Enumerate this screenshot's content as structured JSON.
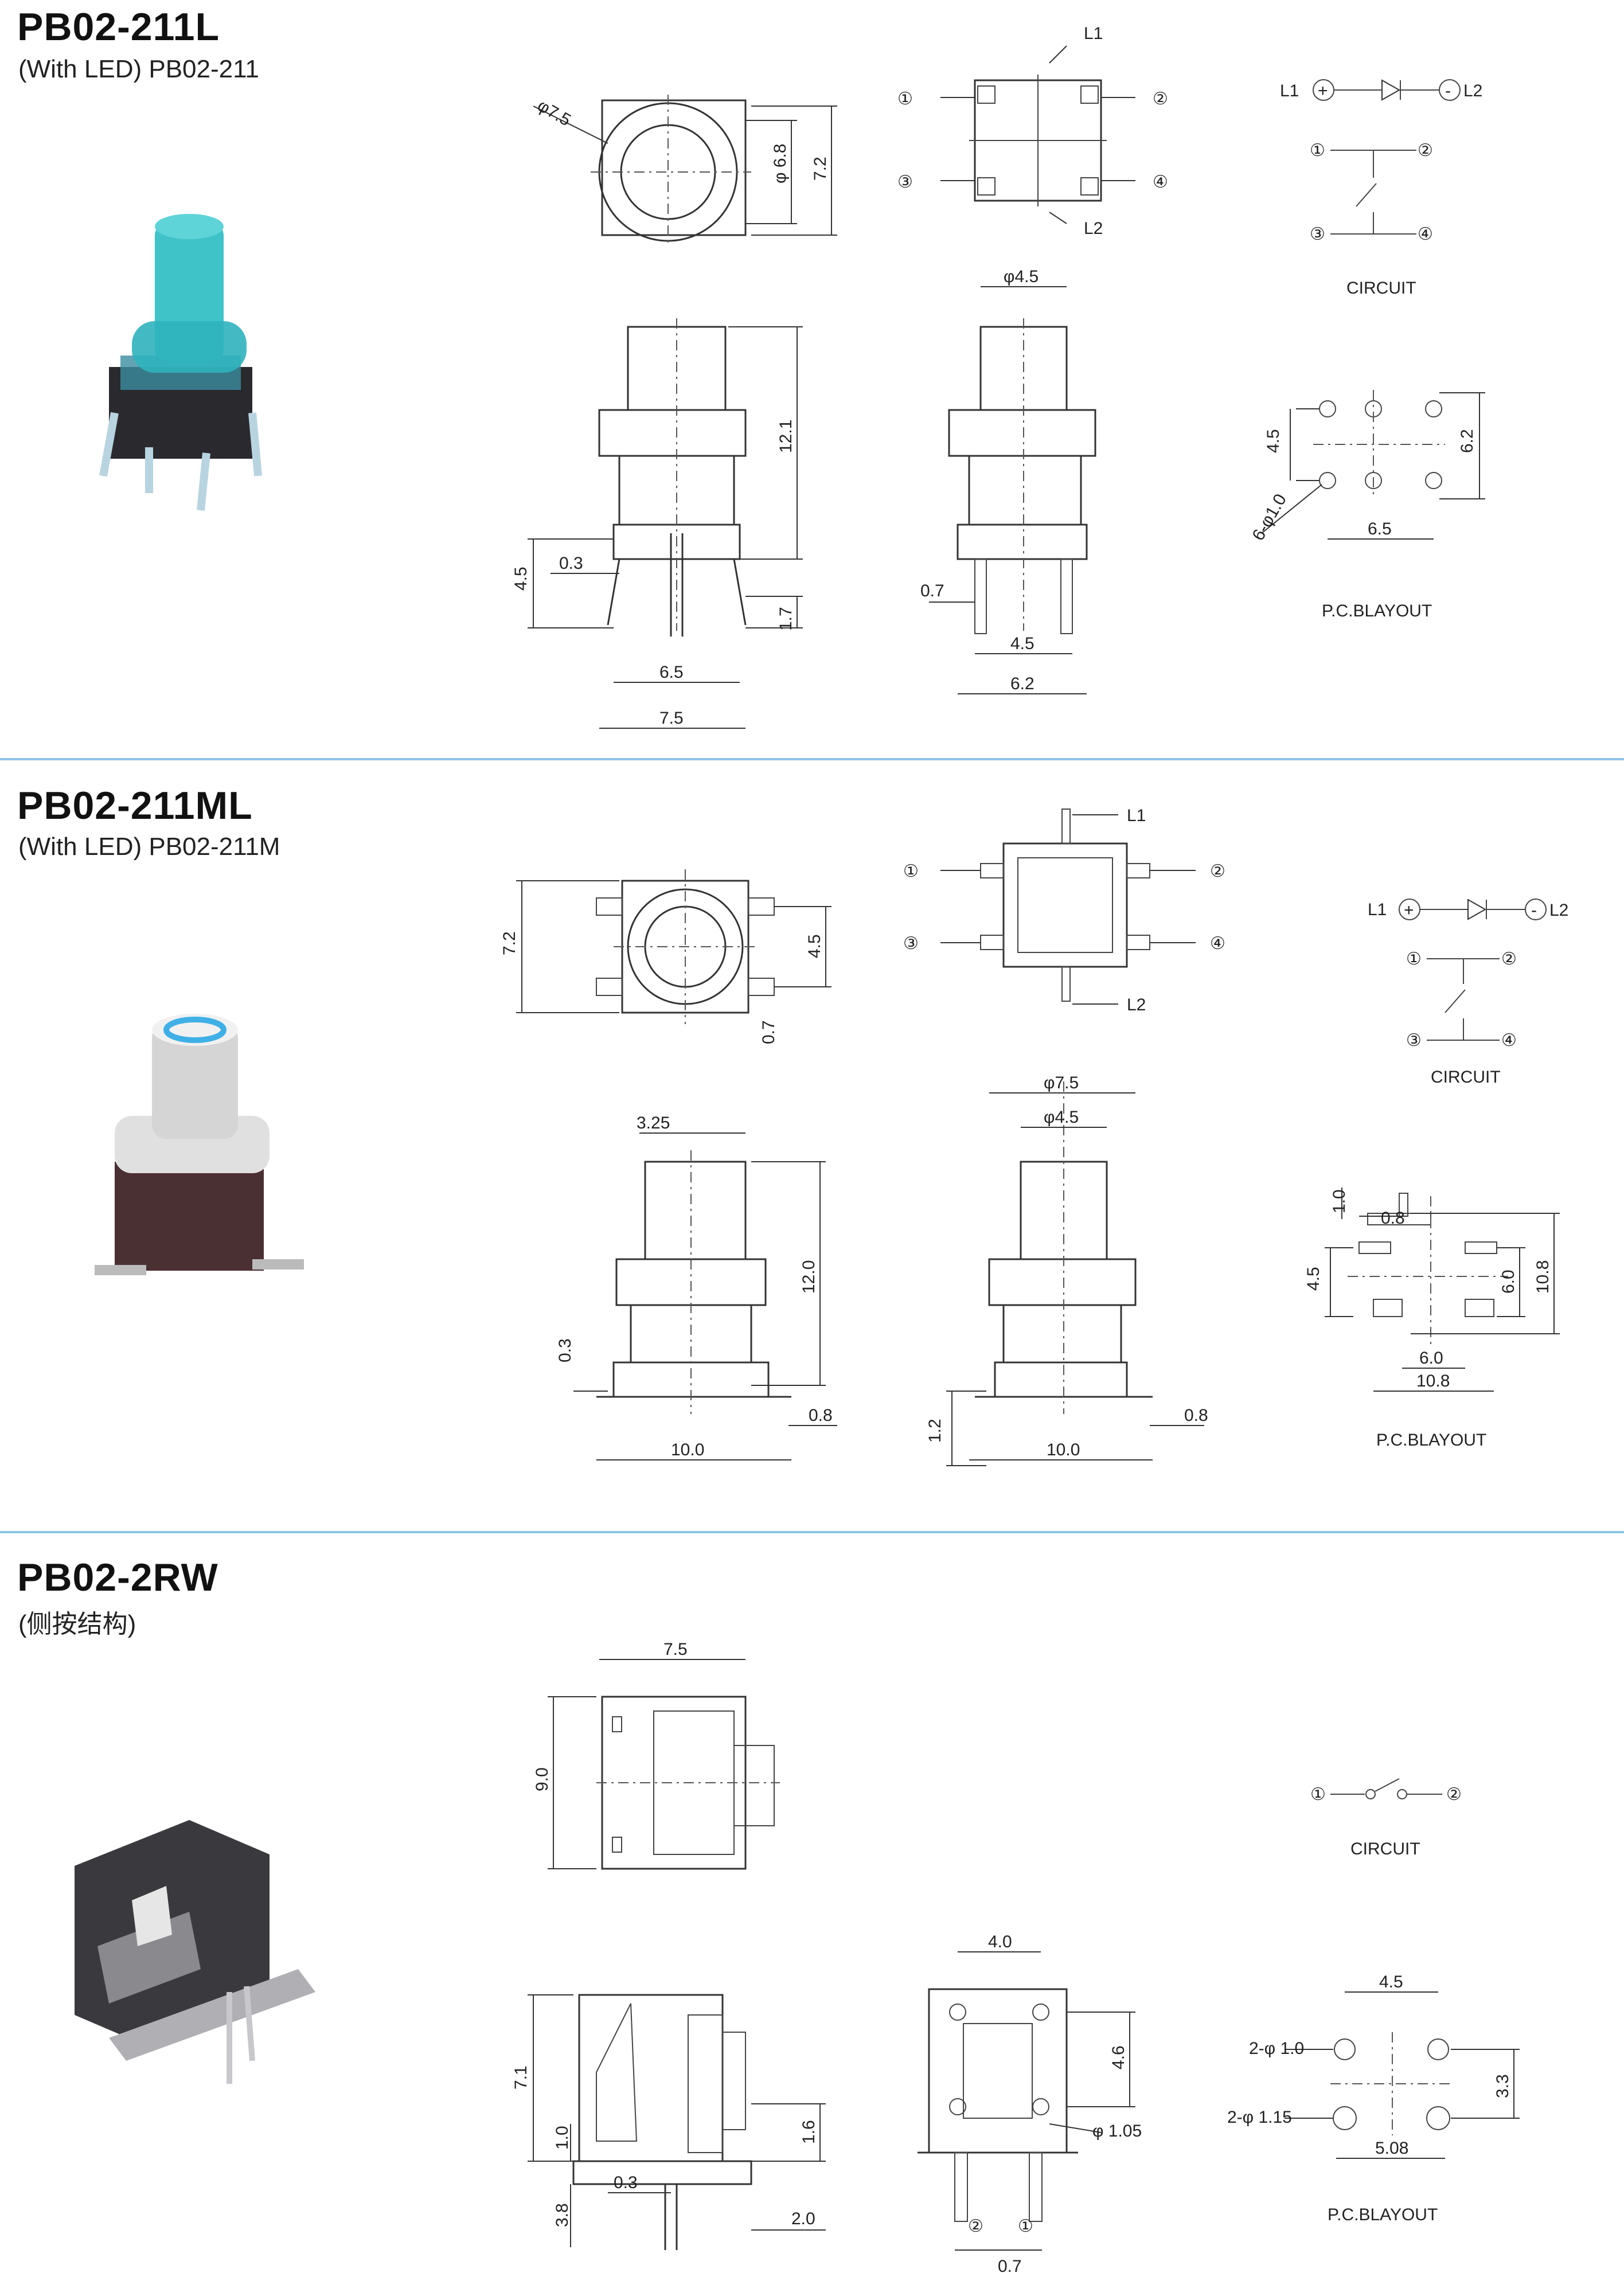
{
  "sections": [
    {
      "title": "PB02-211L",
      "subtitle": "(With  LED)  PB02-211",
      "dims": {
        "top_dia_outer": "φ7.5",
        "top_dia_inner": "φ 6.8",
        "top_h": "7.2",
        "side_h": "12.1",
        "side_pin": "4.5",
        "side_gap": "0.3",
        "side_low": "1.7",
        "side_w1": "6.5",
        "side_w2": "7.5",
        "front_dia": "φ4.5",
        "front_pin": "0.7",
        "front_w1": "4.5",
        "front_w2": "6.2",
        "pcb_v": "4.5",
        "pcb_h": "6.2",
        "pcb_w": "6.5",
        "pcb_hole": "6-φ1.0"
      },
      "pins": [
        "①",
        "②",
        "③",
        "④"
      ],
      "led_labels": [
        "L1",
        "L2"
      ],
      "circuit_label": "CIRCUIT",
      "pcb_label": "P.C.BLAYOUT",
      "led_plus": "+",
      "led_minus": "-"
    },
    {
      "title": "PB02-211ML",
      "subtitle": "(With  LED)  PB02-211M",
      "dims": {
        "top_h": "7.2",
        "top_in": "4.5",
        "top_pin": "0.7",
        "side_off": "3.25",
        "side_h": "12.0",
        "side_gap": "0.3",
        "side_foot": "0.8",
        "side_w": "10.0",
        "front_dia1": "φ7.5",
        "front_dia2": "φ4.5",
        "front_h": "1.2",
        "front_foot": "0.8",
        "front_w": "10.0",
        "pcb_a": "1.0",
        "pcb_b": "0.8",
        "pcb_c": "4.5",
        "pcb_d": "6.0",
        "pcb_e": "10.8",
        "pcb_f": "6.0",
        "pcb_g": "10.8"
      },
      "pins": [
        "①",
        "②",
        "③",
        "④"
      ],
      "led_labels": [
        "L1",
        "L2"
      ],
      "circuit_label": "CIRCUIT",
      "pcb_label": "P.C.BLAYOUT",
      "led_plus": "+",
      "led_minus": "-"
    },
    {
      "title": "PB02-2RW",
      "subtitle": "(侧按结构)",
      "dims": {
        "top_w": "7.5",
        "top_h": "9.0",
        "side_h": "7.1",
        "side_a": "1.0",
        "side_b": "1.6",
        "side_c": "3.8",
        "side_d": "0.3",
        "side_e": "2.0",
        "front_w": "4.0",
        "front_h": "4.6",
        "front_hole": "φ 1.05",
        "front_pin": "0.7",
        "pcb_w": "4.5",
        "pcb_h": "3.3",
        "pcb_w2": "5.08",
        "pcb_hole1": "2-φ 1.0",
        "pcb_hole2": "2-φ 1.15"
      },
      "pins": [
        "①",
        "②"
      ],
      "circuit_label": "CIRCUIT",
      "pcb_label": "P.C.BLAYOUT"
    }
  ],
  "colors": {
    "divider": "#8fc4e8",
    "cap_teal": "#3fc3c9",
    "body_dark": "#2a2a2e",
    "cap_white": "#e6e6e6",
    "body_brown": "#4a2f33"
  }
}
